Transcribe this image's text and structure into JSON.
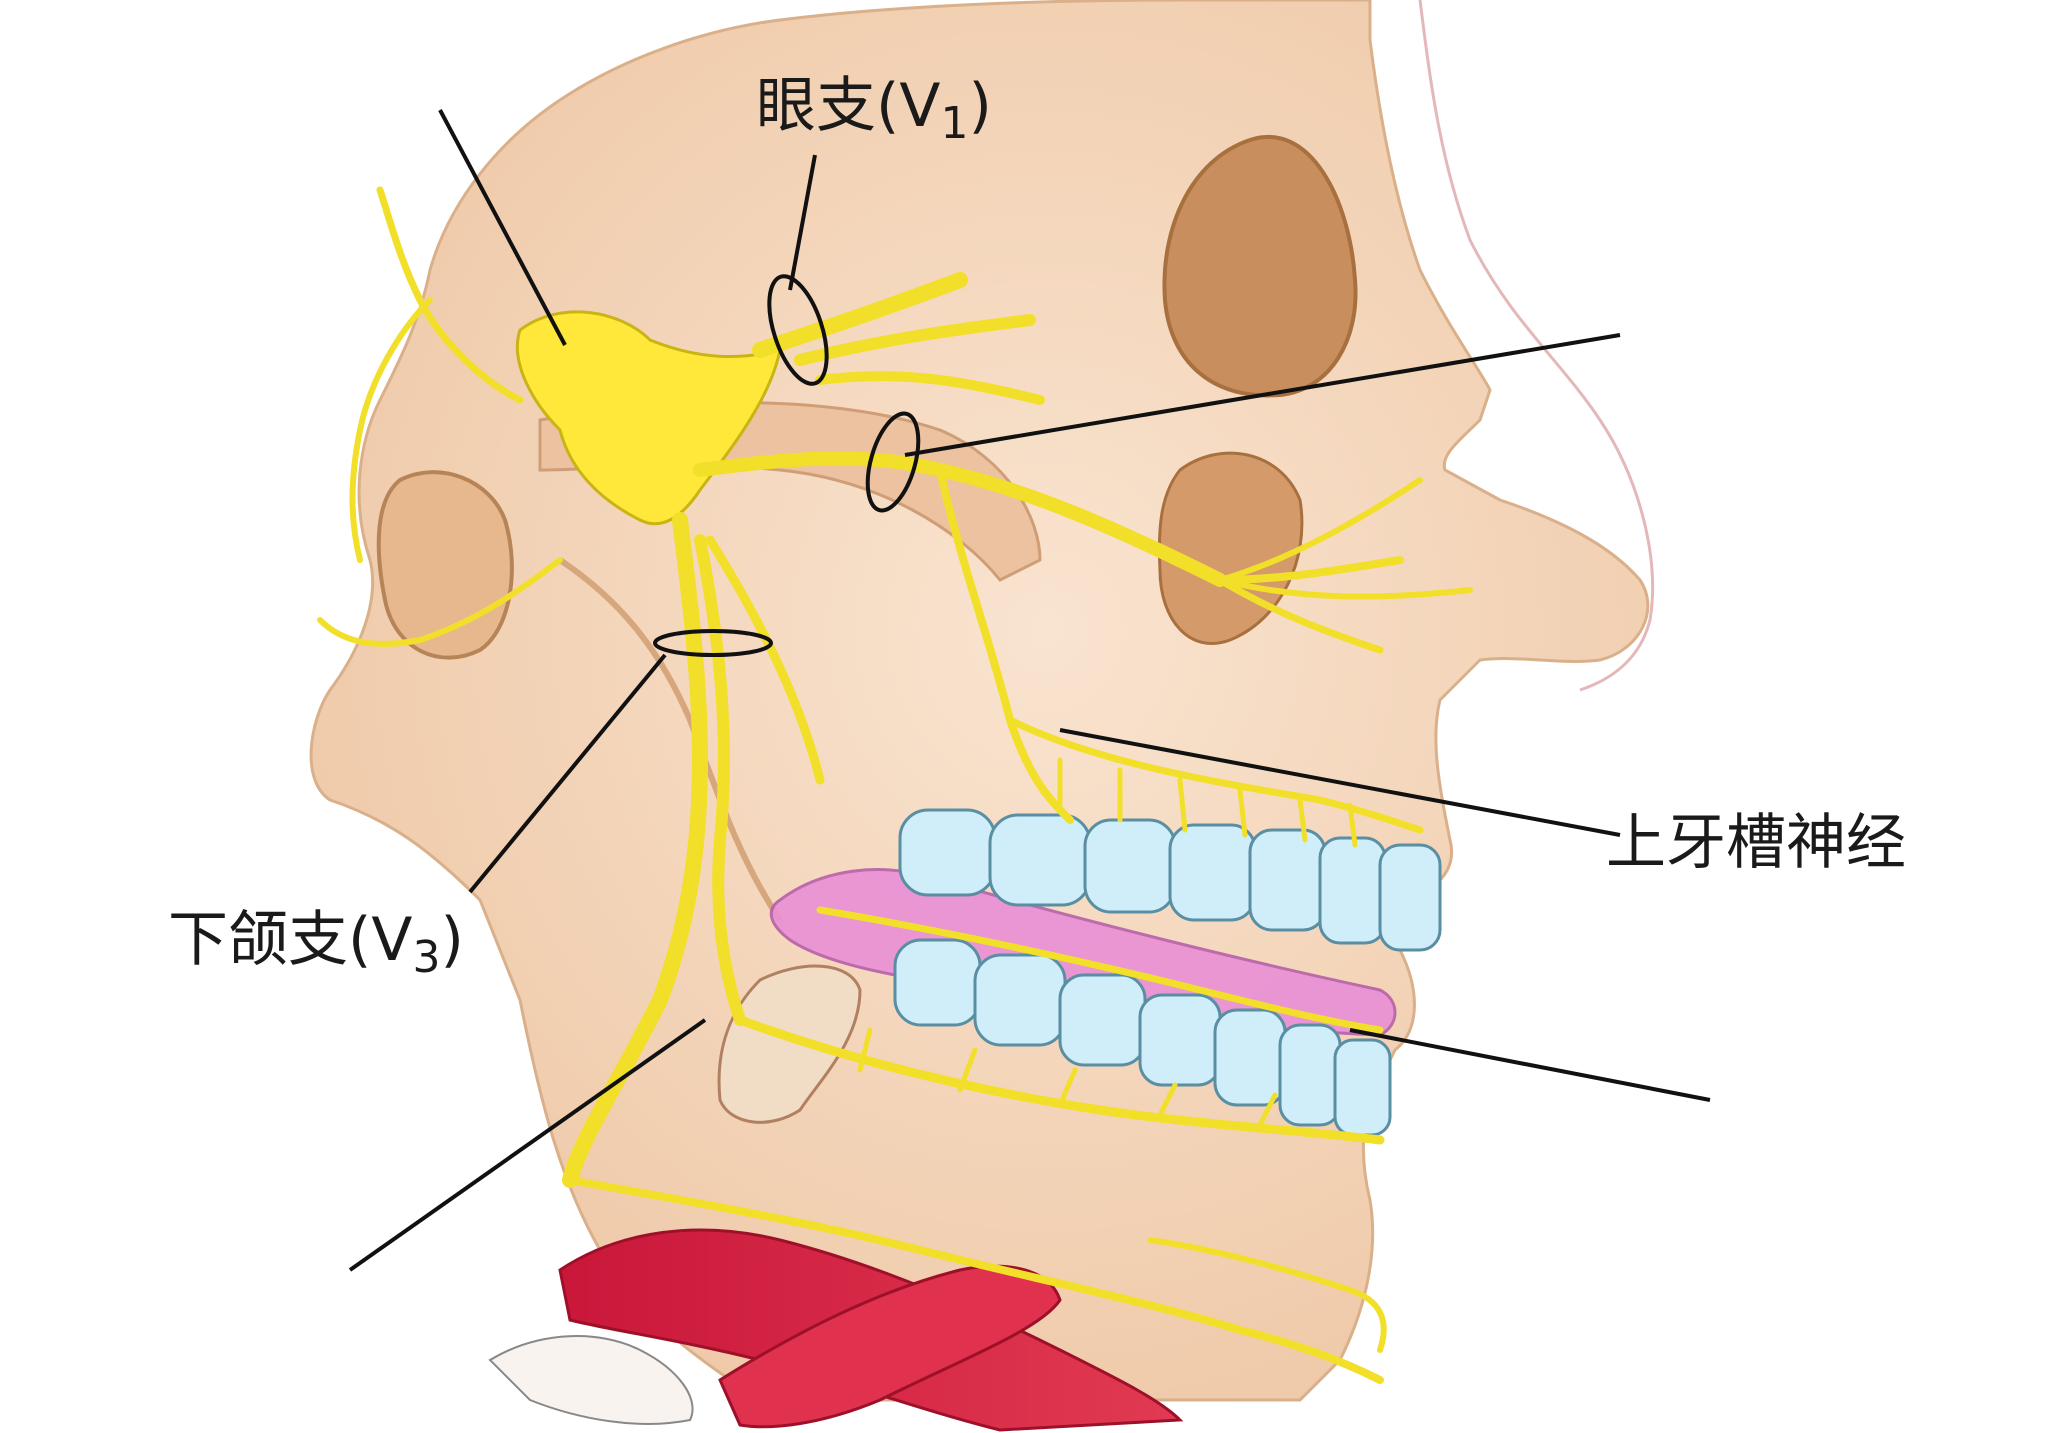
{
  "labels": {
    "ophthalmic": {
      "name": "眼支",
      "paren_open": "(V",
      "sub": "1",
      "paren_close": ")"
    },
    "mandibular": {
      "name": "下颌支",
      "paren_open": "(V",
      "sub": "3",
      "paren_close": ")"
    },
    "superior_alveolar": {
      "text": "上牙槽神经"
    }
  },
  "colors": {
    "skin": "#f6dcc4",
    "skin_shadow": "#e3b893",
    "nerve": "#f2df2a",
    "nerve_core": "#ffe83a",
    "nerve_outline": "#c9b414",
    "teeth": "#cfeefa",
    "teeth_outline": "#5a8ea3",
    "gum": "#e98fd6",
    "muscle": "#d8223f",
    "line": "#111111"
  }
}
